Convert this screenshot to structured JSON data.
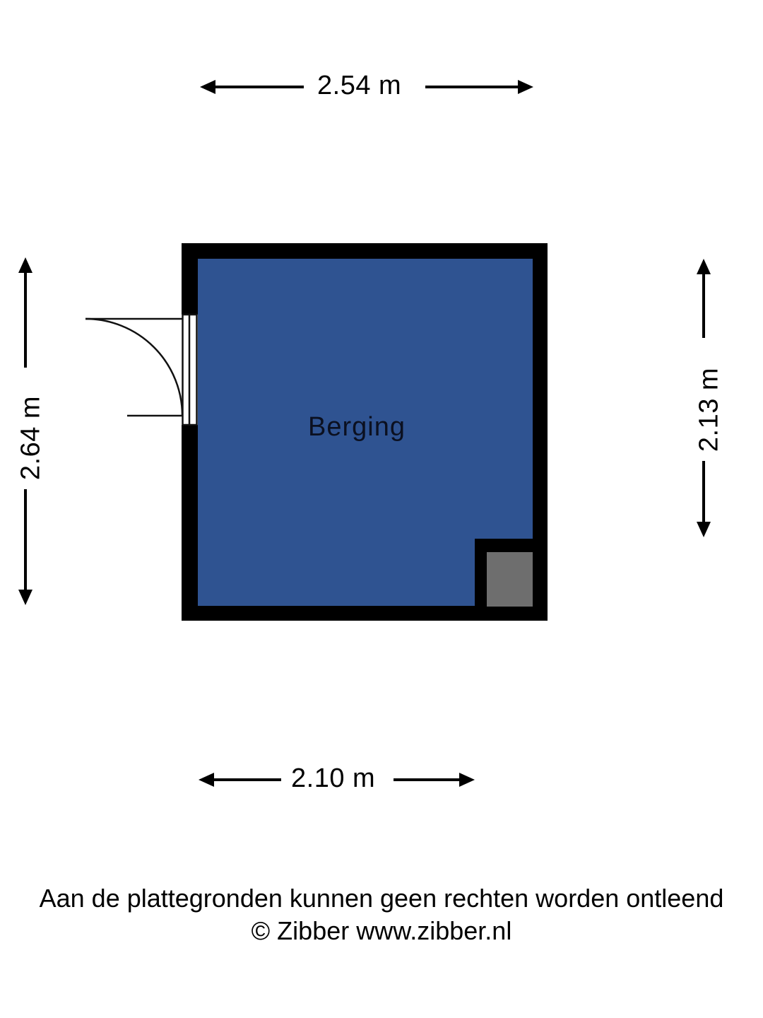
{
  "document": {
    "type": "floor-plan",
    "room_label": "Berging"
  },
  "dimensions": {
    "top": "2.54 m",
    "left": "2.64 m",
    "right": "2.13 m",
    "bottom": "2.10 m"
  },
  "footer": {
    "disclaimer": "Aan de plattegronden kunnen geen rechten worden ontleend",
    "copyright": "© Zibber www.zibber.nl"
  },
  "colors": {
    "room_fill": "#2F5391",
    "wall": "#000000",
    "fixture_gray": "#6E6E6E",
    "background": "#FFFFFF",
    "label_text": "#0B1020",
    "dimension_text": "#000000"
  },
  "elements": {
    "door_name": "swing-door",
    "fixture_name": "corner-fixture",
    "room_name": "berging-room"
  }
}
